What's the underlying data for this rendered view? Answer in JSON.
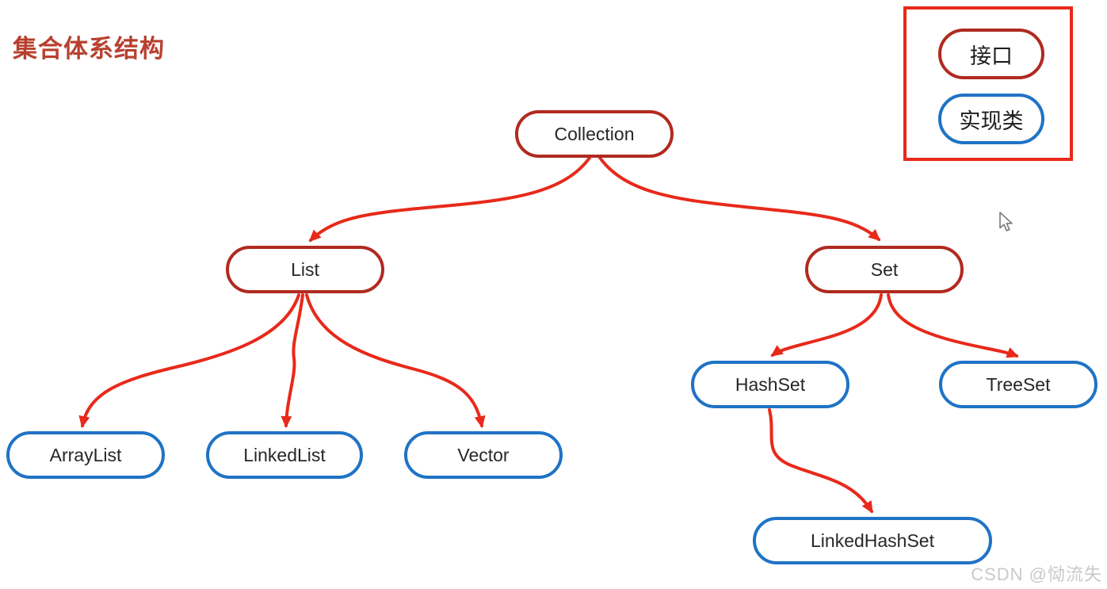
{
  "title": "集合体系结构",
  "legend": {
    "interface_label": "接口",
    "implementation_label": "实现类"
  },
  "nodes": {
    "collection": {
      "label": "Collection",
      "type": "interface"
    },
    "list": {
      "label": "List",
      "type": "interface"
    },
    "set": {
      "label": "Set",
      "type": "interface"
    },
    "arraylist": {
      "label": "ArrayList",
      "type": "implementation"
    },
    "linkedlist": {
      "label": "LinkedList",
      "type": "implementation"
    },
    "vector": {
      "label": "Vector",
      "type": "implementation"
    },
    "hashset": {
      "label": "HashSet",
      "type": "implementation"
    },
    "treeset": {
      "label": "TreeSet",
      "type": "implementation"
    },
    "linkedhashset": {
      "label": "LinkedHashSet",
      "type": "implementation"
    }
  },
  "edges": [
    {
      "from": "Collection",
      "to": "List"
    },
    {
      "from": "Collection",
      "to": "Set"
    },
    {
      "from": "List",
      "to": "ArrayList"
    },
    {
      "from": "List",
      "to": "LinkedList"
    },
    {
      "from": "List",
      "to": "Vector"
    },
    {
      "from": "Set",
      "to": "HashSet"
    },
    {
      "from": "Set",
      "to": "TreeSet"
    },
    {
      "from": "HashSet",
      "to": "LinkedHashSet"
    }
  ],
  "colors": {
    "interface_border": "#b02a20",
    "implementation_border": "#1f73c5",
    "arrow": "#e8291a",
    "legend_border": "#e8291a",
    "title": "#b8402f",
    "node_text": "#272727",
    "watermark": "#c9c9c9"
  },
  "watermark": "CSDN @恸流失"
}
